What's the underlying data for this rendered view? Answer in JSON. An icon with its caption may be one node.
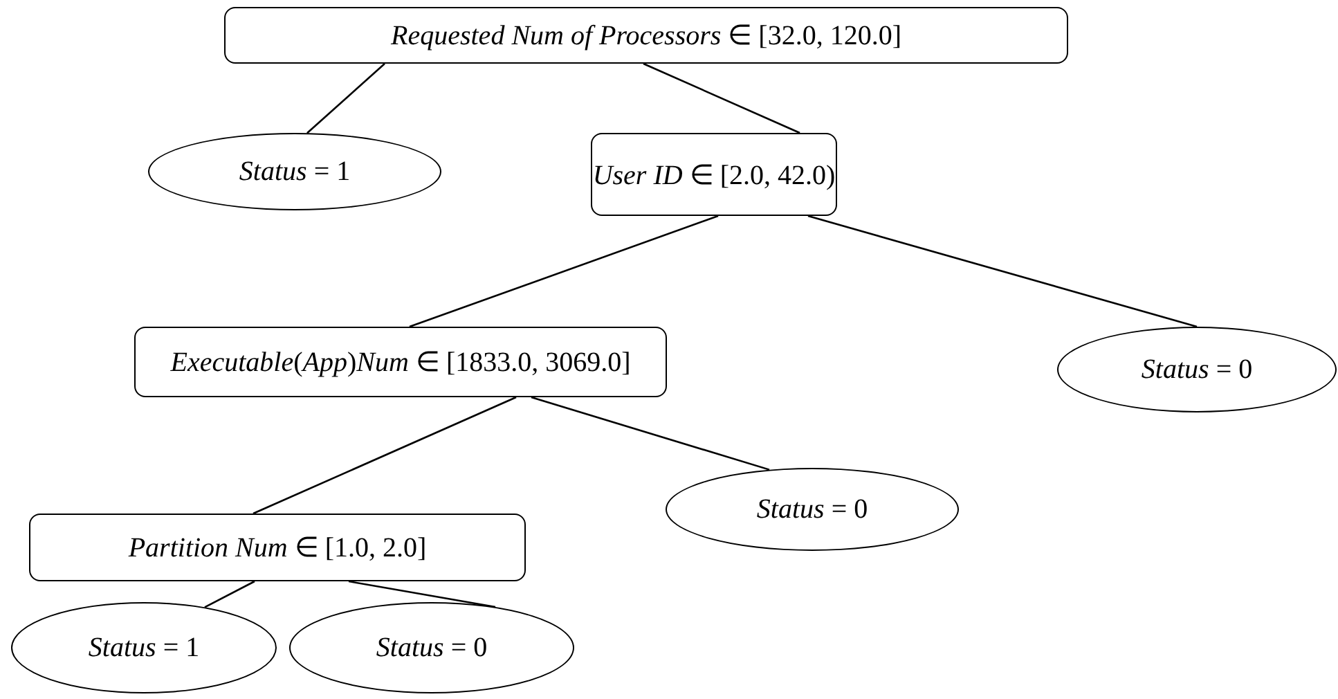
{
  "diagram": {
    "nodes": [
      {
        "text": [
          "*Requested Num of Processors* ∈ [32.0, 120.0]"
        ]
      },
      {
        "text": [
          "*Status* = 1"
        ]
      },
      {
        "text": [
          "*User ID* ∈ [2.0, 42.0)"
        ]
      },
      {
        "text": [
          "*Executable*(*App*)*Num* ∈ [1833.0, 3069.0]"
        ]
      },
      {
        "text": [
          "*Status* = 0"
        ]
      },
      {
        "text": [
          "*Partition Num* ∈ [1.0, 2.0]"
        ]
      },
      {
        "text": [
          "*Status* = 0"
        ]
      },
      {
        "text": [
          "*Status* = 1"
        ]
      },
      {
        "text": [
          "*Status* = 0"
        ]
      }
    ],
    "edges": [
      {
        "from": 0,
        "to": 1,
        "arrow": "none"
      },
      {
        "from": 0,
        "to": 2,
        "arrow": "none"
      },
      {
        "from": 2,
        "to": 3,
        "arrow": "none"
      },
      {
        "from": 2,
        "to": 4,
        "arrow": "none"
      },
      {
        "from": 3,
        "to": 5,
        "arrow": "none"
      },
      {
        "from": 3,
        "to": 6,
        "arrow": "none"
      },
      {
        "from": 5,
        "to": 7,
        "arrow": "none"
      },
      {
        "from": 5,
        "to": 8,
        "arrow": "none"
      }
    ]
  }
}
